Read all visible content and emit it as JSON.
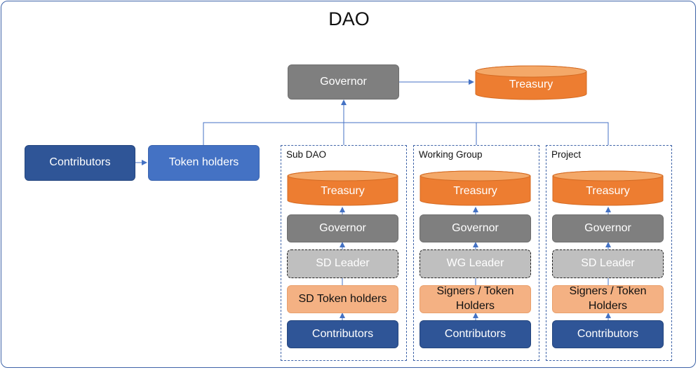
{
  "title": "DAO",
  "top": {
    "governor": "Governor",
    "treasury": "Treasury"
  },
  "left": {
    "contributors": "Contributors",
    "token_holders": "Token holders"
  },
  "groups": [
    {
      "label": "Sub DAO",
      "treasury": "Treasury",
      "governor": "Governor",
      "leader": "SD Leader",
      "holders": "SD Token holders",
      "contributors": "Contributors"
    },
    {
      "label": "Working Group",
      "treasury": "Treasury",
      "governor": "Governor",
      "leader": "WG Leader",
      "holders": "Signers / Token Holders",
      "contributors": "Contributors"
    },
    {
      "label": "Project",
      "treasury": "Treasury",
      "governor": "Governor",
      "leader": "SD Leader",
      "holders": "Signers / Token Holders",
      "contributors": "Contributors"
    }
  ],
  "colors": {
    "gray": "#7f7f7f",
    "navy": "#2f5597",
    "blue": "#4472c4",
    "orange": "#ed7d31",
    "light_gray": "#bfbfbf",
    "peach": "#f4b183",
    "connector": "#4472c4"
  }
}
